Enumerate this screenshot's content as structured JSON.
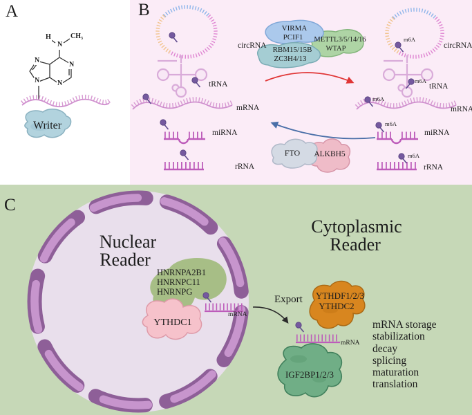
{
  "panels": {
    "a": "A",
    "b": "B",
    "c": "C"
  },
  "panel_a": {
    "writer_label": "Writer",
    "molecule": {
      "h": "H",
      "n": "N",
      "ch3": "CH₃"
    }
  },
  "panel_b": {
    "m6a": "m6A",
    "rna_labels": {
      "circrna": "circRNA",
      "trna": "tRNA",
      "mrna": "mRNA",
      "mirna": "miRNA",
      "rrna": "rRNA"
    },
    "writer_complex": {
      "virma": "VIRMA",
      "pcif1": "PCIF1",
      "mettl": "METTL3/5/14/16",
      "wtap": "WTAP",
      "rbm": "RBM15/15B",
      "zc3h": "ZC3H4/13"
    },
    "erasers": {
      "fto": "FTO",
      "alkbh5": "ALKBH5"
    }
  },
  "panel_c": {
    "nuclear_reader_title": {
      "line1": "Nuclear",
      "line2": "Reader"
    },
    "cytoplasmic_reader_title": {
      "line1": "Cytoplasmic",
      "line2": "Reader"
    },
    "nuclear_readers": {
      "line1": "HNRNPA2B1",
      "line2": "HNRNPC11",
      "line3": "HNRNPG"
    },
    "ythdc1": "YTHDC1",
    "export_label": "Export",
    "cytoplasmic_readers": {
      "line1": "YTHDF1/2/3",
      "line2": "YTHDC2"
    },
    "igf2bp": "IGF2BP1/2/3",
    "mrna_label": "mRNA",
    "functions": [
      "mRNA storage",
      "stabilization",
      "decay",
      "splicing",
      "maturation",
      "translation"
    ]
  },
  "colors": {
    "panel_b_bg": "#fbecf7",
    "panel_c_bg": "#c6d8b7",
    "nucleus_fill": "#e9dfec",
    "envelope": "#c795cd",
    "envelope_outline": "#8e5f98",
    "writer_blob_blue": "#b2d3de",
    "virma_blue": "#abc9ec",
    "mettl_green": "#aed4a5",
    "rbm_teal": "#a5cdd3",
    "fto_gray": "#d4dae4",
    "alkbh5_pink": "#efbcc8",
    "hnrnp_olive": "#a4bd82",
    "ythdc1_pink": "#f6c2cb",
    "ythdf_orange": "#d8861f",
    "igf2bp_green": "#70ae86",
    "rna_magenta": "#bd5cba",
    "m6a_pin_purple": "#75599f",
    "arrow_red": "#e03535",
    "arrow_blue": "#4a6fa8"
  }
}
